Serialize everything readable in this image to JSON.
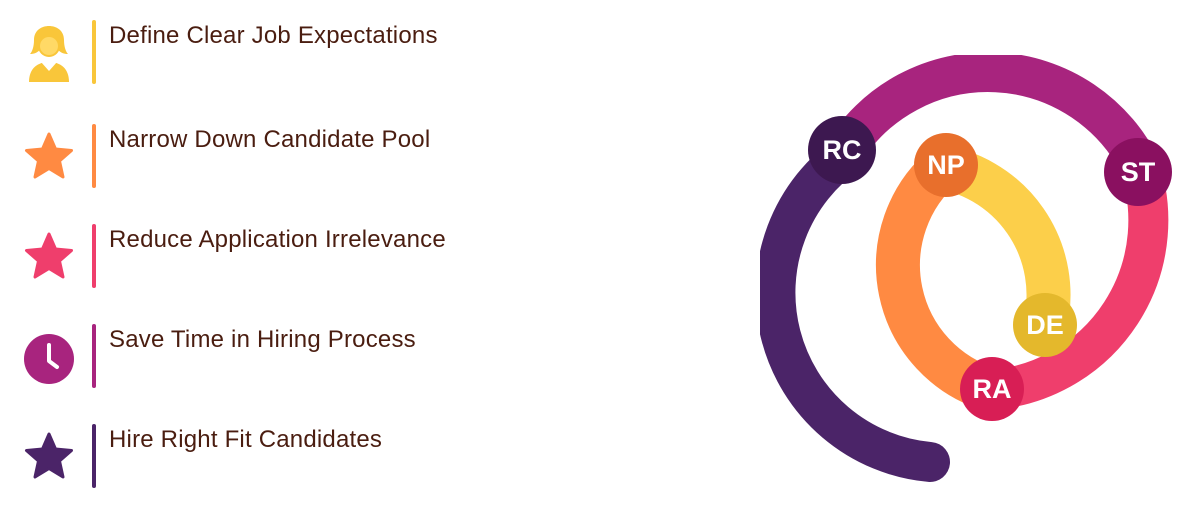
{
  "items": [
    {
      "label": "Define Clear Job Expectations",
      "icon": "user-icon",
      "color": "#f9c63a"
    },
    {
      "label": "Narrow Down Candidate Pool",
      "icon": "star-icon",
      "color": "#ff8a42"
    },
    {
      "label": "Reduce Application Irrelevance",
      "icon": "star-icon",
      "color": "#ef3e6c"
    },
    {
      "label": "Save Time in Hiring Process",
      "icon": "clock-icon",
      "color": "#a8247e"
    },
    {
      "label": "Hire Right Fit Candidates",
      "icon": "star-icon",
      "color": "#4b2468"
    }
  ],
  "badges": {
    "rc": {
      "text": "RC",
      "color": "#3d1850"
    },
    "st": {
      "text": "ST",
      "color": "#8a1060"
    },
    "np": {
      "text": "NP",
      "color": "#e86f2c"
    },
    "de": {
      "text": "DE",
      "color": "#e4b82c"
    },
    "ra": {
      "text": "RA",
      "color": "#d81e55"
    }
  },
  "arc_colors": {
    "outer_dark": "#4b2468",
    "outer_magenta": "#a8247e",
    "outer_pink": "#ef3e6c",
    "inner_orange": "#ff8a42",
    "inner_yellow": "#fccf4a"
  }
}
